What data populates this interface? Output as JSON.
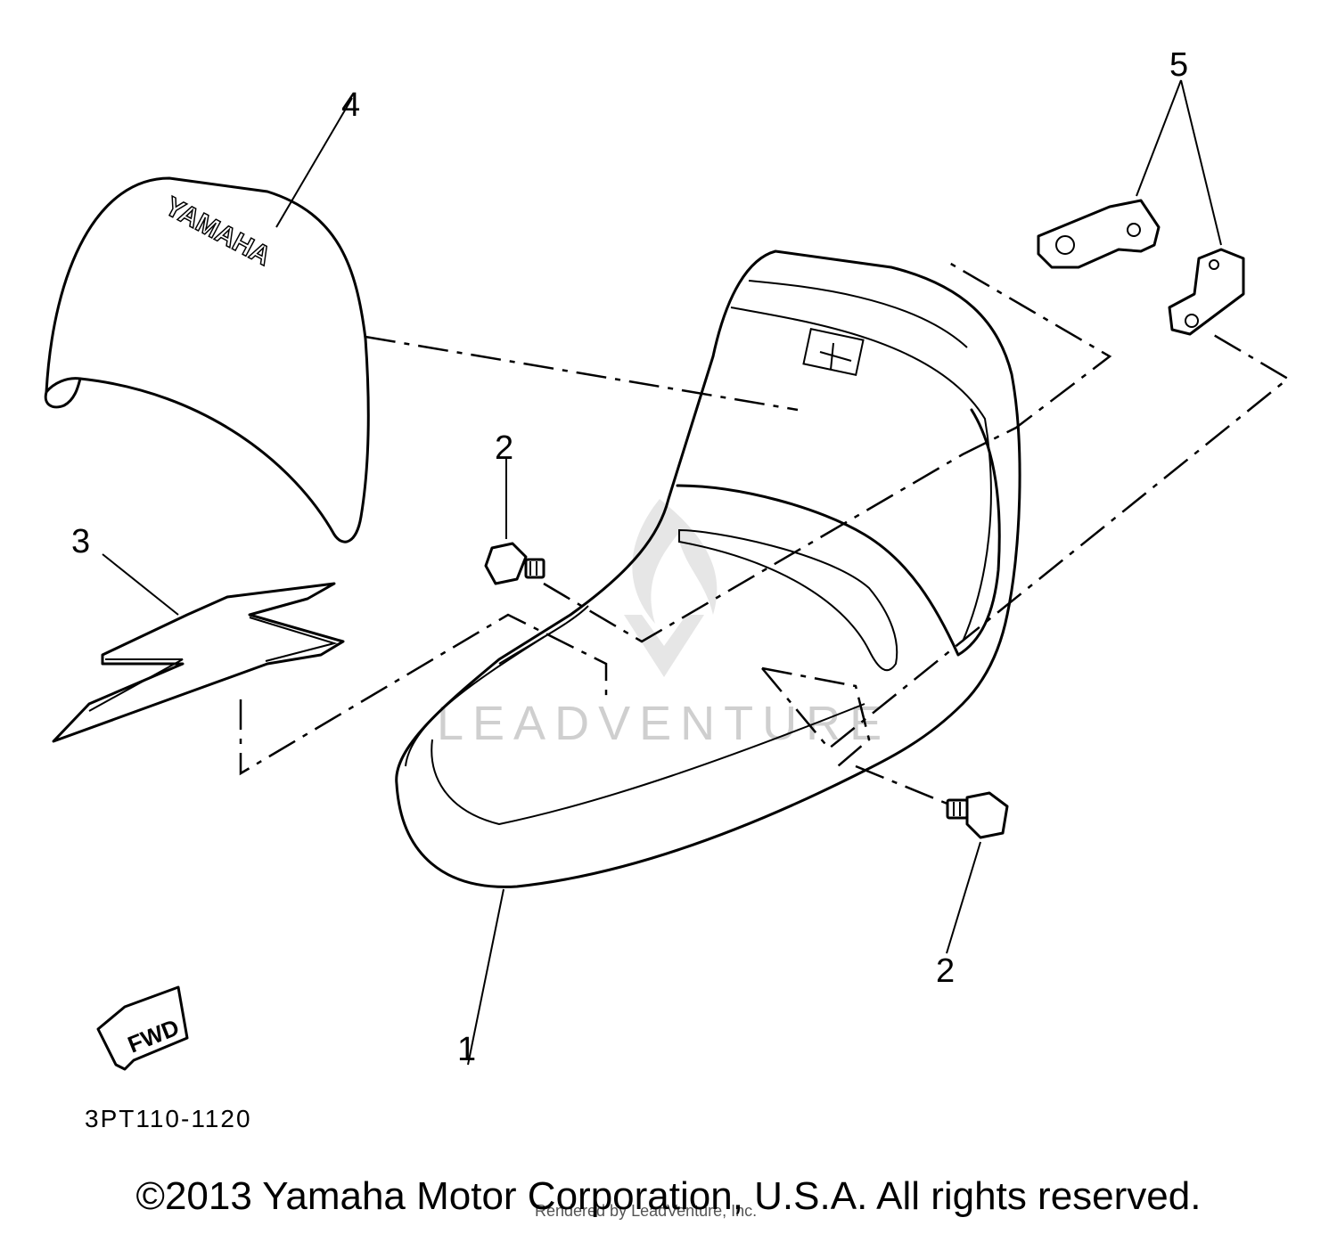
{
  "diagram": {
    "callouts": {
      "seat": "1",
      "bolt_upper": "2",
      "bolt_lower": "2",
      "graphic_3": "3",
      "graphic_4": "4",
      "brackets": "5"
    },
    "cover_logo": "YAMAHA",
    "fwd_label": "FWD",
    "diagram_code": "3PT110-1120",
    "watermark": "LEADVENTURE",
    "watermark_small": "Rendered by LeadVenture, Inc."
  },
  "footer": {
    "copyright": "©2013 Yamaha Motor Corporation, U.S.A. All rights reserved."
  }
}
